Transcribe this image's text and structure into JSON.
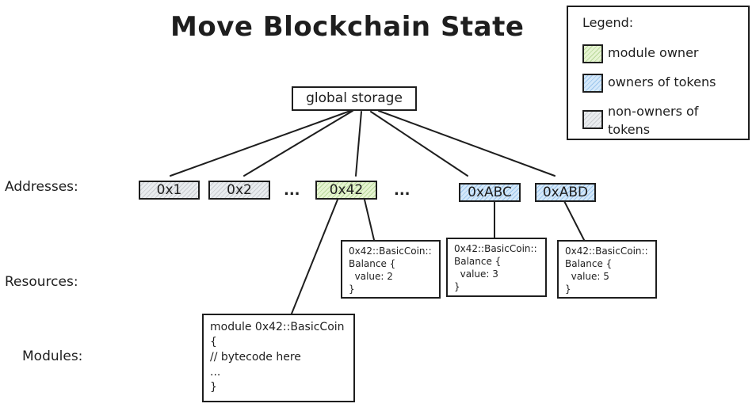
{
  "title": "Move Blockchain State",
  "root": {
    "label": "global storage"
  },
  "row_labels": {
    "addresses": "Addresses:",
    "resources": "Resources:",
    "modules": "Modules:"
  },
  "addresses": [
    {
      "label": "0x1",
      "role": "non-owner"
    },
    {
      "label": "0x2",
      "role": "non-owner"
    },
    {
      "label": "0x42",
      "role": "module owner"
    },
    {
      "label": "0xABC",
      "role": "token owner"
    },
    {
      "label": "0xABD",
      "role": "token owner"
    }
  ],
  "ellipsis": "...",
  "resources": [
    {
      "owner": "0x42",
      "text": "0x42::BasicCoin::\nBalance {\n  value: 2\n}"
    },
    {
      "owner": "0xABC",
      "text": "0x42::BasicCoin::\nBalance {\n  value: 3\n}"
    },
    {
      "owner": "0xABD",
      "text": "0x42::BasicCoin::\nBalance {\n  value: 5\n}"
    }
  ],
  "module": {
    "owner": "0x42",
    "text": "module 0x42::BasicCoin\n{\n// bytecode here\n...\n}"
  },
  "legend": {
    "title": "Legend:",
    "items": [
      {
        "label": "module owner",
        "color": "#b2f2bb"
      },
      {
        "label": "owners of tokens",
        "color": "#a5d8ff"
      },
      {
        "label": "non-owners of\ntokens",
        "color": "#e9ecef"
      }
    ]
  }
}
